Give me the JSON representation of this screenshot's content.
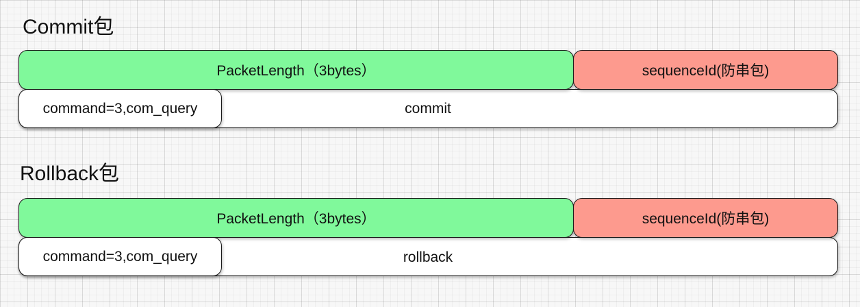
{
  "commit": {
    "title": "Commit包",
    "packet_length": "PacketLength（3bytes）",
    "sequence_id": "sequenceId(防串包)",
    "command": "command=3,com_query",
    "payload": "commit"
  },
  "rollback": {
    "title": "Rollback包",
    "packet_length": "PacketLength（3bytes）",
    "sequence_id": "sequenceId(防串包)",
    "command": "command=3,com_query",
    "payload": "rollback"
  },
  "colors": {
    "packet_length_fill": "#80f99b",
    "sequence_id_fill": "#fd9a8e",
    "command_fill": "#ffffff",
    "border": "#1a1a1a"
  }
}
